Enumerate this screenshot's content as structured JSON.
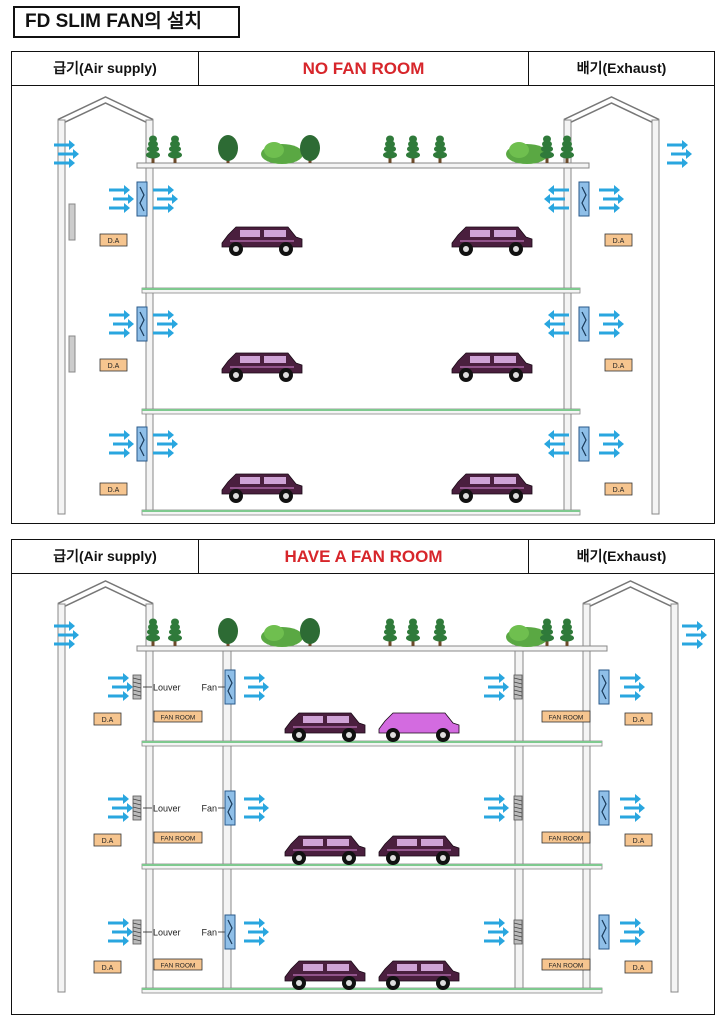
{
  "title": "FD SLIM  FAN의 설치",
  "panels": [
    {
      "left_label": "급기(Air supply)",
      "center_label": "NO FAN ROOM",
      "right_label": "배기(Exhaust)"
    },
    {
      "left_label": "급기(Air supply)",
      "center_label": "HAVE A FAN ROOM",
      "right_label": "배기(Exhaust)"
    }
  ],
  "labels": {
    "da": "D.A",
    "louver": "Louver",
    "fan": "Fan",
    "fan_room": "FAN ROOM"
  },
  "colors": {
    "arrow": "#29a6df",
    "car": "#4a1f3e",
    "car_pink": "#d36be0",
    "floor": "#7fc98f",
    "title_red": "#d7262b",
    "da_box": "#f6c58f"
  }
}
